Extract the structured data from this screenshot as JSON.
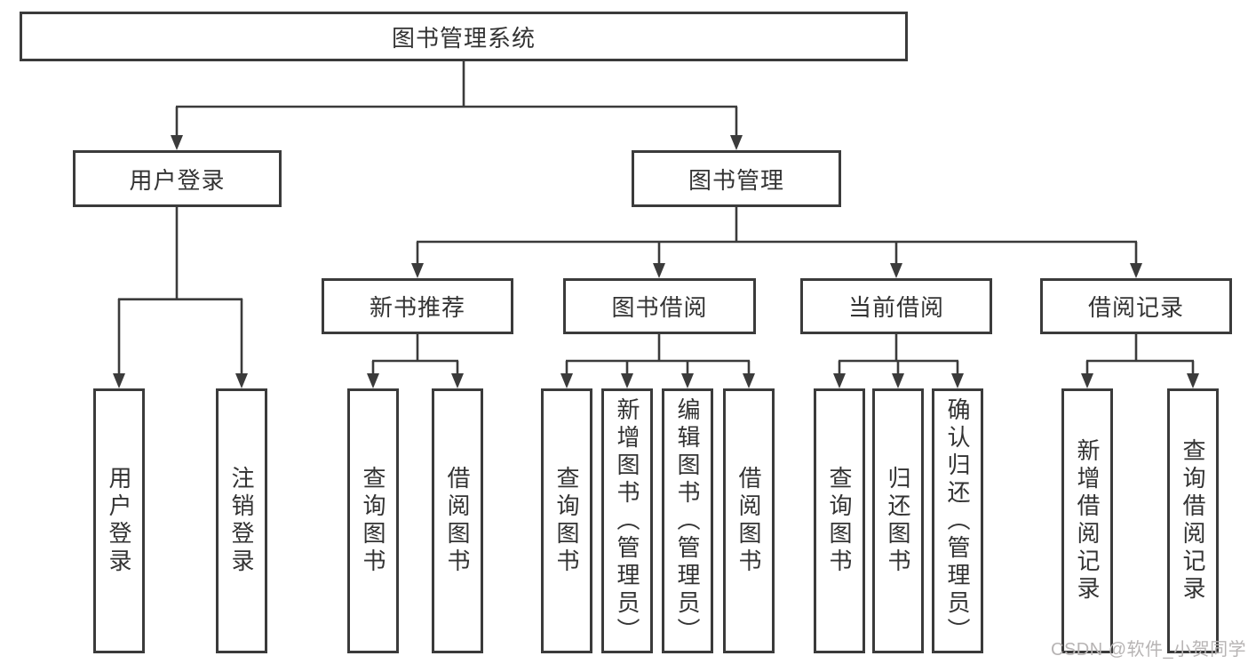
{
  "diagram_title": "图书管理系统",
  "watermark": "CSDN @软件_小贺同学",
  "colors": {
    "line": "#3b3b3b",
    "box_border": "#3b3b3b",
    "text": "#333333",
    "watermark": "#b7b4b4",
    "background": "#ffffff"
  },
  "tree": {
    "label": "图书管理系统",
    "children": [
      {
        "label": "用户登录",
        "children": [
          {
            "label": "用户登录"
          },
          {
            "label": "注销登录"
          }
        ]
      },
      {
        "label": "图书管理",
        "children": [
          {
            "label": "新书推荐",
            "children": [
              {
                "label": "查询图书"
              },
              {
                "label": "借阅图书"
              }
            ]
          },
          {
            "label": "图书借阅",
            "children": [
              {
                "label": "查询图书"
              },
              {
                "label": "新增图书（管理员）"
              },
              {
                "label": "编辑图书（管理员）"
              },
              {
                "label": "借阅图书"
              }
            ]
          },
          {
            "label": "当前借阅",
            "children": [
              {
                "label": "查询图书"
              },
              {
                "label": "归还图书"
              },
              {
                "label": "确认归还（管理员）"
              }
            ]
          },
          {
            "label": "借阅记录",
            "children": [
              {
                "label": "新增借阅记录"
              },
              {
                "label": "查询借阅记录"
              }
            ]
          }
        ]
      }
    ]
  }
}
